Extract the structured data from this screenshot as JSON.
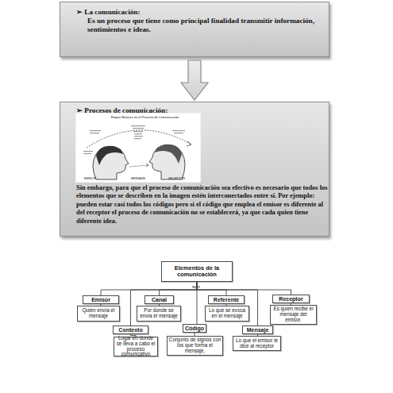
{
  "diagram": {
    "nodes": [
      {
        "text": [
          "➢ La comunicación:",
          "Es un proceso que tiene como principal finalidad transmitir información, sentimientos e ideas."
        ]
      },
      {
        "text": [
          "➢ Procesos de comunicación:",
          "Sin embargo, para que el proceso de comunicación sea efectivo es necesario que todos los elementos que se describen en la imagen estén interconectados entre sí. Por ejemplo: pueden estar casi todos los códigos pero si el código que emplea el emisor es diferente al del receptor el proceso de comunicación no se establecerá, ya que cada quien tiene diferente idea."
        ]
      },
      {
        "text": [
          "Elementos de la comunicación"
        ]
      },
      {
        "text": [
          "Emisor"
        ]
      },
      {
        "text": [
          "Quien envía el mensaje"
        ]
      },
      {
        "text": [
          "Canal"
        ]
      },
      {
        "text": [
          "Por donde se envía el mensaje"
        ]
      },
      {
        "text": [
          "Referente"
        ]
      },
      {
        "text": [
          "Lo que se evoca en el mensaje"
        ]
      },
      {
        "text": [
          "Receptor"
        ]
      },
      {
        "text": [
          "Es quien recibe el mensaje del emisor."
        ]
      },
      {
        "text": [
          "Contexto"
        ]
      },
      {
        "text": [
          "Lugar en donde se lleva a cabo el proceso comunicativo"
        ]
      },
      {
        "text": [
          "Código"
        ]
      },
      {
        "text": [
          "Conjunto de signos con los que forma el mensaje."
        ]
      },
      {
        "text": [
          "Mensaje"
        ]
      },
      {
        "text": [
          "Lo que el emisor le dice al receptor"
        ]
      }
    ],
    "edges": [
      {
        "from": 0,
        "to": 1,
        "arrow": "to"
      },
      {
        "from": 2,
        "to": 3,
        "arrow": "none"
      },
      {
        "from": 2,
        "to": 5,
        "arrow": "none"
      },
      {
        "from": 2,
        "to": 7,
        "arrow": "none"
      },
      {
        "from": 2,
        "to": 9,
        "arrow": "none"
      },
      {
        "from": 2,
        "to": 11,
        "arrow": "none"
      },
      {
        "from": 2,
        "to": 13,
        "arrow": "none"
      },
      {
        "from": 2,
        "to": 15,
        "arrow": "none"
      },
      {
        "from": 3,
        "to": 4,
        "arrow": "none"
      },
      {
        "from": 5,
        "to": 6,
        "arrow": "none"
      },
      {
        "from": 7,
        "to": 8,
        "arrow": "none"
      },
      {
        "from": 9,
        "to": 10,
        "arrow": "none"
      },
      {
        "from": 11,
        "to": 12,
        "arrow": "none"
      },
      {
        "from": 13,
        "to": 14,
        "arrow": "none"
      },
      {
        "from": 15,
        "to": 16,
        "arrow": "none"
      }
    ],
    "labels": [
      "son",
      "Etapas Básicas en el Proceso de Comunicación",
      "EMISOR",
      "MENSAJE",
      "RECEPTOR"
    ]
  }
}
